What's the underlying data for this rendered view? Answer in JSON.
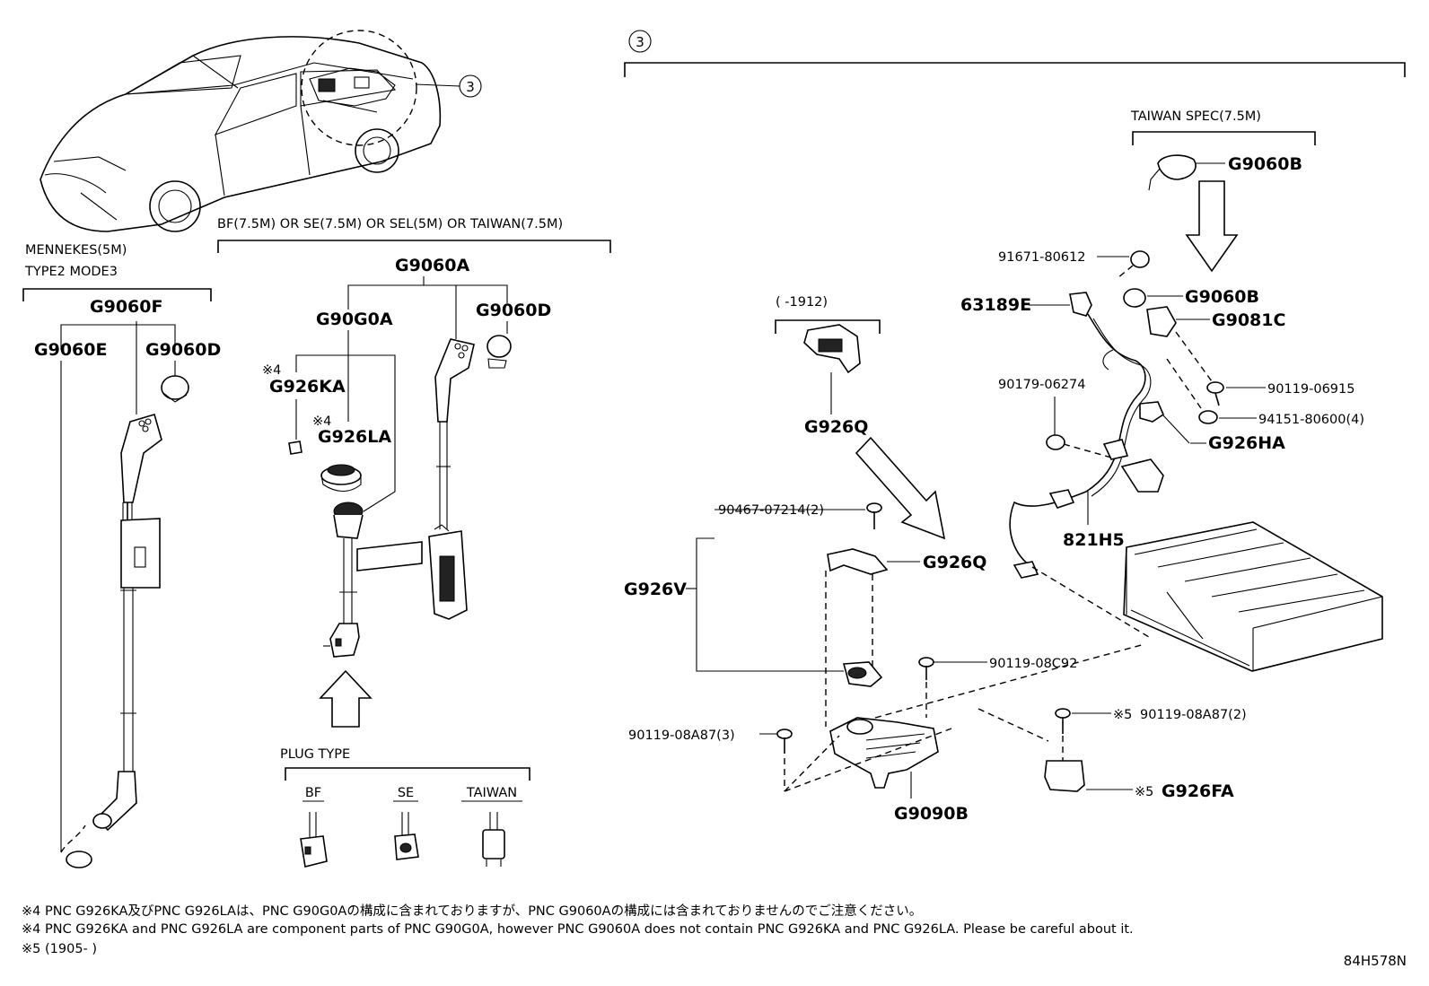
{
  "header": {
    "ref_circle": "3"
  },
  "vehicle": {
    "callout": "3"
  },
  "mennekes": {
    "title_line1": "MENNEKES(5M)",
    "title_line2": "TYPE2 MODE3",
    "part_main": "G9060F",
    "part_e": "G9060E",
    "part_d": "G9060D"
  },
  "bf_group": {
    "title": "BF(7.5M) OR SE(7.5M) OR SEL(5M) OR TAIWAN(7.5M)",
    "part_main": "G9060A",
    "part_g0a": "G90G0A",
    "part_d": "G9060D",
    "part_ka_note": "※4",
    "part_ka": "G926KA",
    "part_la_note": "※4",
    "part_la": "G926LA",
    "plug_type_title": "PLUG TYPE",
    "plug_types": [
      "BF",
      "SE",
      "TAIWAN"
    ]
  },
  "center": {
    "range_label": "(      -1912)",
    "g926q_top": "G926Q",
    "g926q": "G926Q",
    "bolt_90467": "90467-07214(2)",
    "g926v": "G926V",
    "bolt_08c92": "90119-08C92",
    "bolt_08a87_3": "90119-08A87(3)",
    "g9090b": "G9090B"
  },
  "right": {
    "taiwan_spec": "TAIWAN SPEC(7.5M)",
    "g9060b_top": "G9060B",
    "p91671": "91671-80612",
    "g9060b": "G9060B",
    "p63189e": "63189E",
    "g9081c": "G9081C",
    "p90119_06915": "90119-06915",
    "p90179": "90179-06274",
    "p94151": "94151-80600(4)",
    "g926ha": "G926HA",
    "p821h5": "821H5",
    "note5a": "※5",
    "p90119_08a87_2": "90119-08A87(2)",
    "note5b": "※5",
    "g926fa": "G926FA"
  },
  "notes": {
    "jp": "※4 PNC G926KA及びPNC G926LAは、PNC G90G0Aの構成に含まれておりますが、PNC G9060Aの構成には含まれておりませんのでご注意ください。",
    "en": "※4 PNC G926KA and PNC G926LA are component parts of PNC G90G0A, however PNC G9060A does not contain PNC G926KA and PNC G926LA. Please be careful about it.",
    "n5": "※5 (1905-       )"
  },
  "diagram_id": "84H578N"
}
